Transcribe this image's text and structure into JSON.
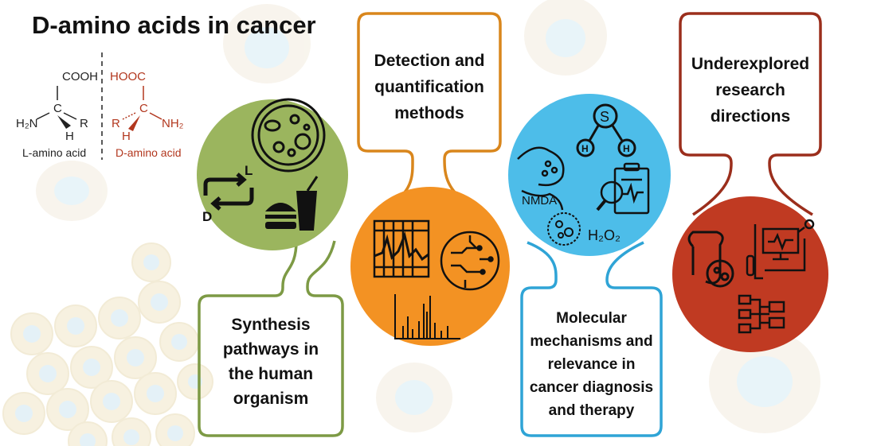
{
  "title": "D-amino acids in cancer",
  "chem": {
    "l_group": "COOH",
    "l_amine": "H₂N",
    "l_r": "R",
    "l_c": "C",
    "l_h": "H",
    "l_caption": "L-amino acid",
    "d_group": "HOOC",
    "d_amine": "NH₂",
    "d_r": "R",
    "d_c": "C",
    "d_h": "H",
    "d_caption": "D-amino acid"
  },
  "topics": {
    "synthesis": "Synthesis pathways in the human organism",
    "detection": "Detection and quantification methods",
    "mechanisms": "Molecular mechanisms and relevance in cancer diagnosis and therapy",
    "research": "Underexplored research directions"
  },
  "box_lines": {
    "synthesis": [
      "Synthesis",
      "pathways in",
      "the human",
      "organism"
    ],
    "detection": [
      "Detection and",
      "quantification",
      "methods"
    ],
    "mechanisms": [
      "Molecular",
      "mechanisms and",
      "relevance in",
      "cancer diagnosis",
      "and therapy"
    ],
    "research": [
      "Underexplored",
      "research",
      "directions"
    ]
  },
  "icon_labels": {
    "cycle_l": "L",
    "cycle_d": "D",
    "sulfur": "S",
    "hydrogen_1": "H",
    "hydrogen_2": "H",
    "nmda": "NMDA",
    "h2o2": "H₂O₂"
  },
  "colors": {
    "green": "#9bb55e",
    "green_border": "#7d9a45",
    "orange": "#f39223",
    "orange_border": "#d9861c",
    "blue": "#4dbde9",
    "blue_border": "#2fa4d6",
    "red": "#c03a22",
    "red_border": "#9b2e1c",
    "d_acid": "#b2371e"
  }
}
